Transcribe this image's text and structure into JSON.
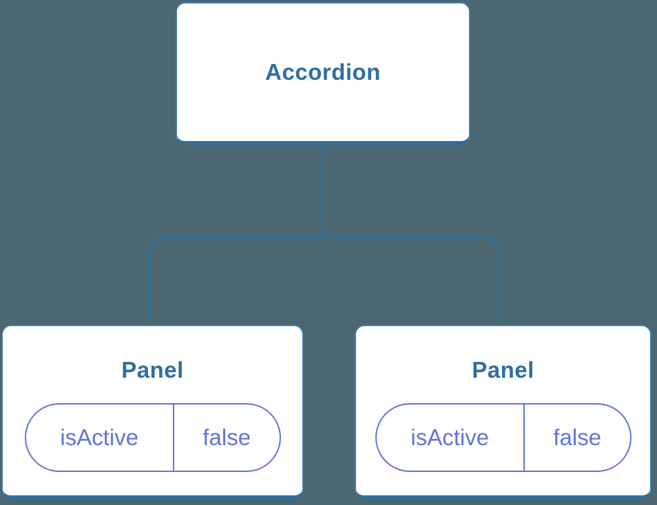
{
  "tree": {
    "root": {
      "label": "Accordion"
    },
    "children": [
      {
        "label": "Panel",
        "state": {
          "name": "isActive",
          "value": "false"
        }
      },
      {
        "label": "Panel",
        "state": {
          "name": "isActive",
          "value": "false"
        }
      }
    ]
  },
  "colors": {
    "background": "#4c6771",
    "node_background": "#ffffff",
    "node_border": "#3f7cab",
    "node_border_bottom": "#2e6f9f",
    "node_text": "#2e6fa3",
    "state_accent": "#6373db",
    "connector": "#2a70a4"
  }
}
